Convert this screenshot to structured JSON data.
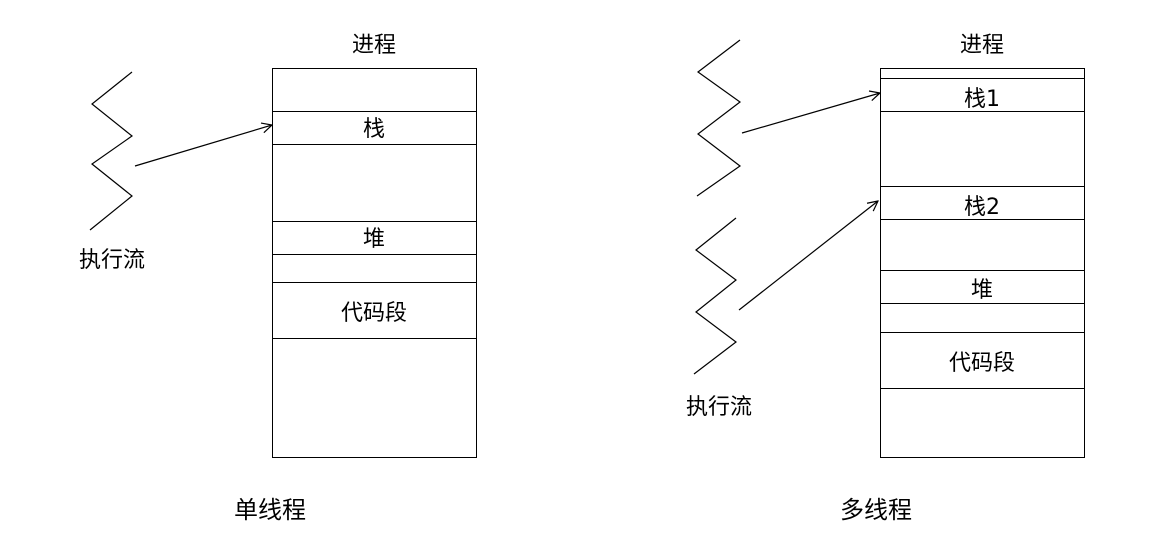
{
  "single": {
    "process_title": "进程",
    "thread_label": "执行流",
    "caption": "单线程",
    "segments": {
      "stack": "栈",
      "heap": "堆",
      "code": "代码段"
    }
  },
  "multi": {
    "process_title": "进程",
    "thread_label": "执行流",
    "caption": "多线程",
    "segments": {
      "stack1": "栈1",
      "stack2": "栈2",
      "heap": "堆",
      "code": "代码段"
    }
  }
}
